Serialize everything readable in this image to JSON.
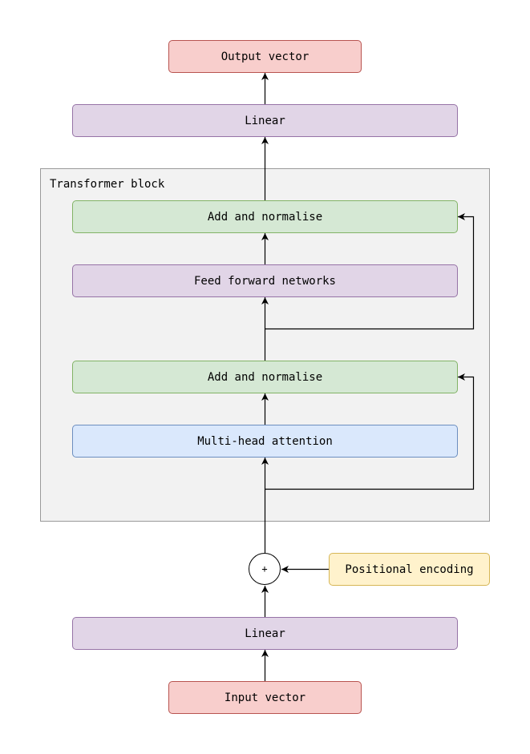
{
  "output_vector": {
    "label": "Output vector",
    "color": "#f8cecc"
  },
  "linear_top": {
    "label": "Linear",
    "color": "#e1d5e7"
  },
  "transformer_block": {
    "label": "Transformer block",
    "add_norm_2": {
      "label": "Add and normalise",
      "color": "#d5e8d4"
    },
    "feed_forward": {
      "label": "Feed forward networks",
      "color": "#e1d5e7"
    },
    "add_norm_1": {
      "label": "Add and normalise",
      "color": "#d5e8d4"
    },
    "multi_head_attention": {
      "label": "Multi-head attention",
      "color": "#dae8fc"
    }
  },
  "sum": {
    "symbol": "+"
  },
  "positional_encoding": {
    "label": "Positional encoding",
    "color": "#fff2cc"
  },
  "linear_bottom": {
    "label": "Linear",
    "color": "#e1d5e7"
  },
  "input_vector": {
    "label": "Input vector",
    "color": "#f8cecc"
  }
}
